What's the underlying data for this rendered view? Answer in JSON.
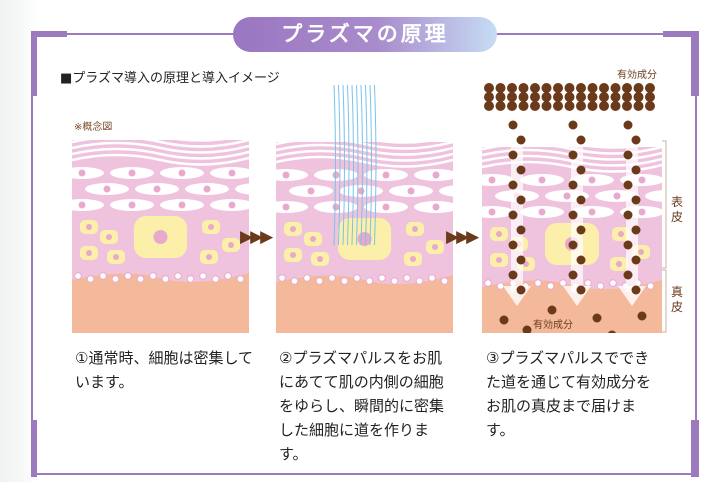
{
  "title": "プラズマの原理",
  "subtitle": "■プラズマ導入の原理と導入イメージ",
  "note": "※概念図",
  "labels": {
    "ingredient_top": "有効成分",
    "ingredient_bottom": "有効成分",
    "epidermis": "表皮",
    "dermis": "真皮"
  },
  "arrows": "▶▶▶",
  "steps": [
    {
      "text": "①通常時、細胞は密集しています。"
    },
    {
      "text": "②プラズマパルスをお肌にあてて肌の内側の細胞をゆらし、瞬間的に密集した細胞に道を作ります。"
    },
    {
      "text": "③プラズマパルスでできた道を通じて有効成分をお肌の真皮まで届けます。"
    }
  ],
  "colors": {
    "frame": "#9b7bbd",
    "ingredient": "#6b3a1a",
    "skin_pink": "#efc3dd",
    "dermis": "#f3b99a",
    "cell_yellow": "#fbefaa"
  }
}
